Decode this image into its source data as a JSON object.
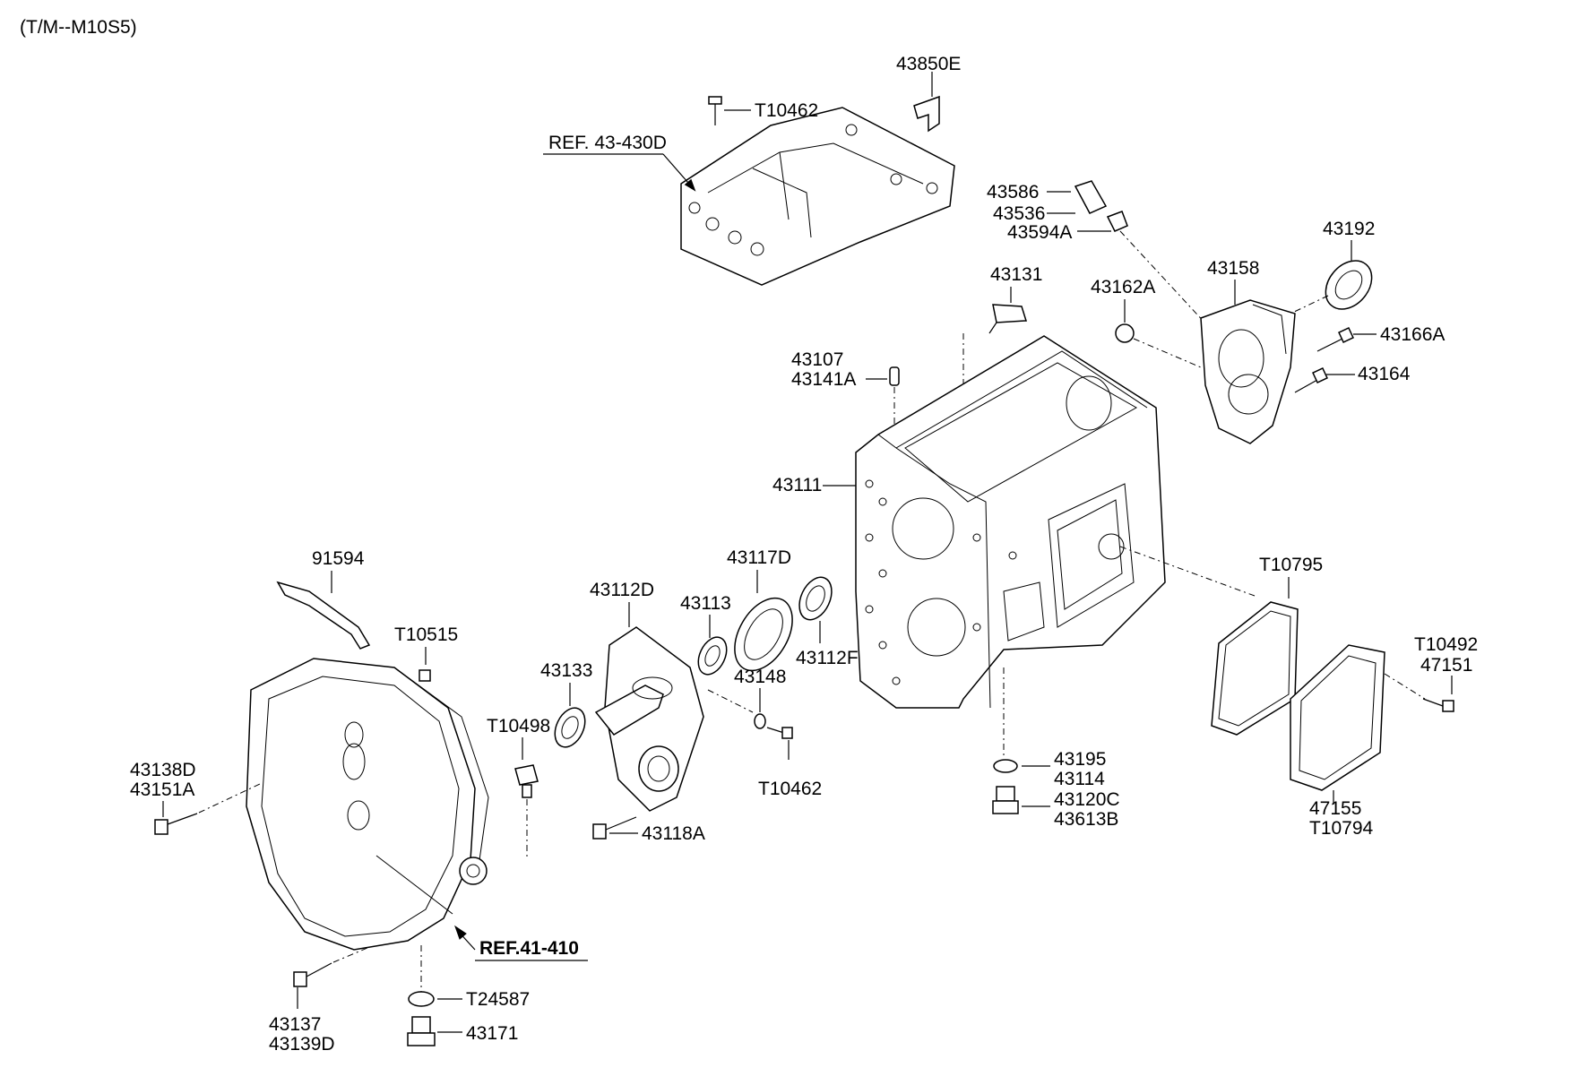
{
  "header": {
    "title": "(T/M--M10S5)"
  },
  "refs": {
    "ref_top": "REF. 43-430D",
    "ref_bottom": "REF.41-410"
  },
  "labels": {
    "p43850E": "43850E",
    "pT10462a": "T10462",
    "p43586": "43586",
    "p43536": "43536",
    "p43594A": "43594A",
    "p43192": "43192",
    "p43158": "43158",
    "p43131": "43131",
    "p43162A": "43162A",
    "p43166A": "43166A",
    "p43107": "43107",
    "p43141A": "43141A",
    "p43164": "43164",
    "p43111": "43111",
    "p91594": "91594",
    "p43117D": "43117D",
    "p43112D": "43112D",
    "p43113": "43113",
    "p43112F": "43112F",
    "pT10795": "T10795",
    "pT10515": "T10515",
    "p43133": "43133",
    "p43148": "43148",
    "pT10492": "T10492",
    "p47151": "47151",
    "pT10498": "T10498",
    "p43138D": "43138D",
    "p43151A": "43151A",
    "pT10462b": "T10462",
    "p43195": "43195",
    "p43114": "43114",
    "p43120C": "43120C",
    "p43613B": "43613B",
    "p47155": "47155",
    "pT10794": "T10794",
    "p43118A": "43118A",
    "p43137": "43137",
    "p43139D": "43139D",
    "pT24587": "T24587",
    "p43171": "43171"
  }
}
